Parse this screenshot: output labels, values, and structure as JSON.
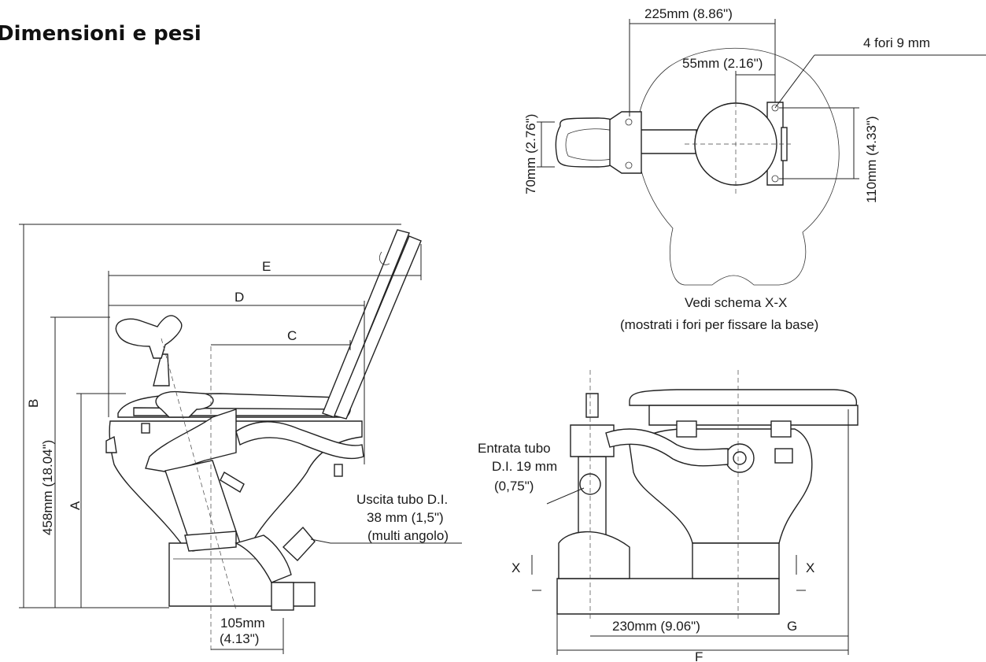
{
  "title": "Dimensioni e pesi",
  "top_view": {
    "width_overall": "225mm (8.86\")",
    "holes": "4 fori 9 mm",
    "offset": "55mm (2.16\")",
    "left_height": "70mm (2.76\")",
    "right_height": "110mm (4.33\")",
    "caption_line1": "Vedi schema X-X",
    "caption_line2": "(mostrati i fori per fissare la base)"
  },
  "side_view": {
    "label_a": "A",
    "label_b": "B",
    "label_c": "C",
    "label_d": "D",
    "label_e": "E",
    "height": "458mm (18.04\")",
    "outlet_line1": "Uscita tubo D.I.",
    "outlet_line2": "38 mm (1,5\")",
    "outlet_line3": "(multi angolo)",
    "offset_line1": "105mm",
    "offset_line2": "(4.13\")"
  },
  "front_view": {
    "inlet_line1": "Entrata tubo",
    "inlet_line2": "D.I. 19 mm",
    "inlet_line3": "(0,75\")",
    "section_left": "X",
    "section_right": "X",
    "width_mid": "230mm (9.06\")",
    "label_g": "G",
    "label_f": "F"
  }
}
